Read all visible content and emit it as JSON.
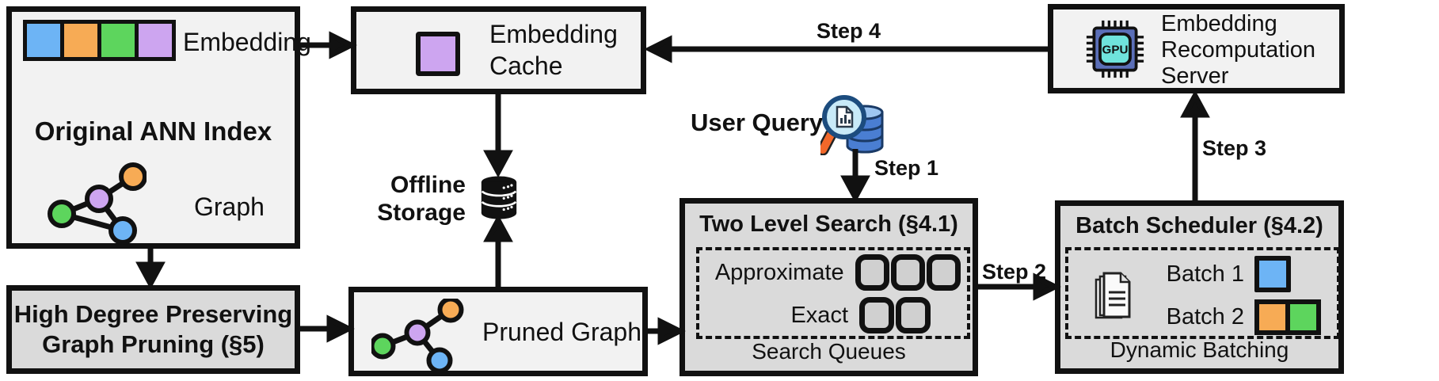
{
  "colors": {
    "blue": "#6db4f5",
    "orange": "#f7ab55",
    "green": "#5dd55d",
    "purple": "#cda5f0",
    "box_light": "#f2f2f2",
    "box_dark": "#dadada",
    "queue_fill": "#d0d0d0",
    "ink": "#111111",
    "gpu_chip_body": "#5b6fb8",
    "gpu_chip_inner": "#6fe3dc",
    "db_blue": "#4a7ed2",
    "db_blue_top": "#9dc6f2",
    "lens_blue": "#c8eaf8",
    "handle_orange": "#f2682a"
  },
  "original_ann_index": {
    "title": "Original ANN Index",
    "embedding_label": "Embedding",
    "graph_label": "Graph"
  },
  "embedding_cache": {
    "line1": "Embedding",
    "line2": "Cache"
  },
  "offline_storage": {
    "line1": "Offline",
    "line2": "Storage"
  },
  "user_query": {
    "label": "User Query"
  },
  "recomputation_server": {
    "line1": "Embedding",
    "line2": "Recomputation",
    "line3": "Server",
    "gpu_text": "GPU"
  },
  "high_degree_pruning": {
    "line1": "High Degree Preserving",
    "line2": "Graph Pruning (§5)"
  },
  "pruned_graph": {
    "label": "Pruned Graph"
  },
  "two_level_search": {
    "title": "Two Level Search (§4.1)",
    "row1_label": "Approximate",
    "row1_slots": 3,
    "row2_label": "Exact",
    "row2_slots": 2,
    "footer": "Search Queues"
  },
  "batch_scheduler": {
    "title": "Batch Scheduler (§4.2)",
    "row1_label": "Batch 1",
    "row1_colors": [
      "blue"
    ],
    "row2_label": "Batch 2",
    "row2_colors": [
      "orange",
      "green"
    ],
    "footer": "Dynamic Batching"
  },
  "steps": {
    "s1": "Step 1",
    "s2": "Step 2",
    "s3": "Step 3",
    "s4": "Step 4"
  },
  "icons": {
    "storage": "database-icon",
    "query": "magnifier-database-icon",
    "gpu": "gpu-chip-icon",
    "documents": "documents-icon",
    "graph": "graph-nodes-icon"
  }
}
